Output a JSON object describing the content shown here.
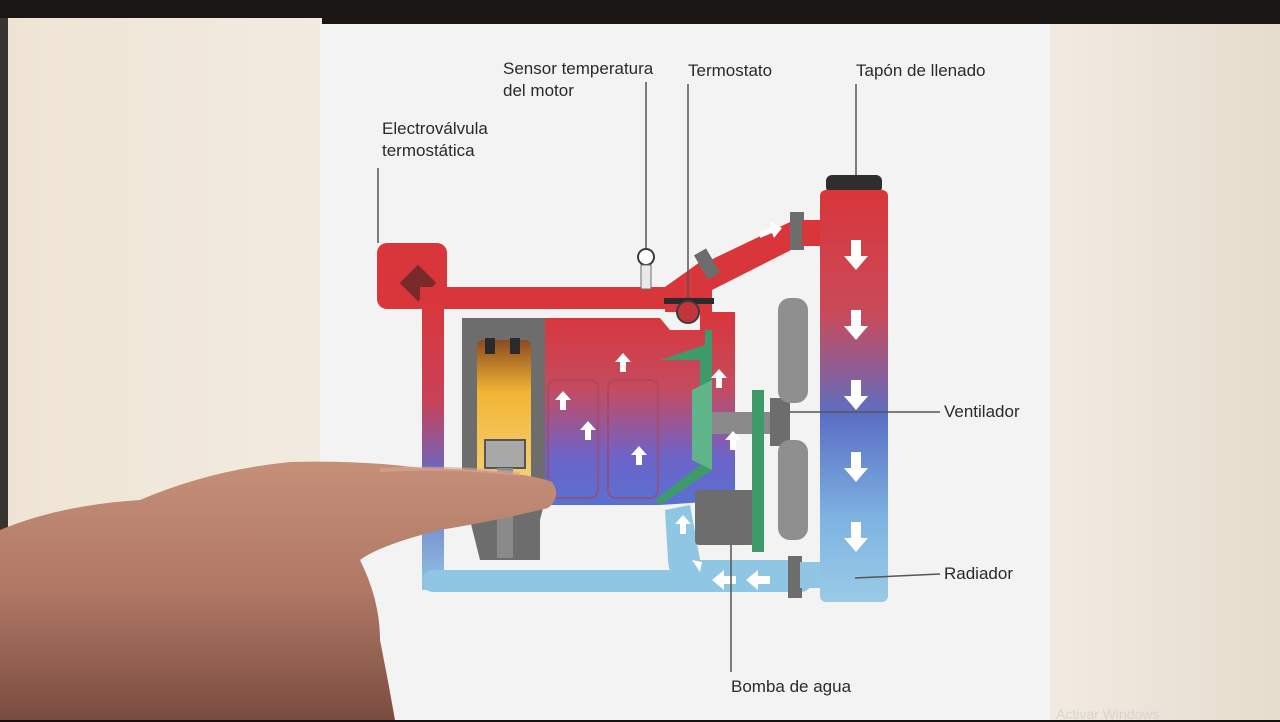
{
  "labels": {
    "sensor": "Sensor temperatura\ndel motor",
    "termostato": "Termostato",
    "tapon": "Tapón de llenado",
    "electrovalvula": "Electroválvula\ntermostática",
    "ventilador": "Ventilador",
    "radiador": "Radiador",
    "bomba": "Bomba de agua"
  },
  "watermark": "Activar Windows",
  "colors": {
    "hot": "#d9363b",
    "cold": "#8fc6e3",
    "mixed": "#5b6fc4",
    "gray": "#6d6d6d",
    "thermostat_green": "#3f9a6b",
    "block_yellow": "#f2b536"
  }
}
